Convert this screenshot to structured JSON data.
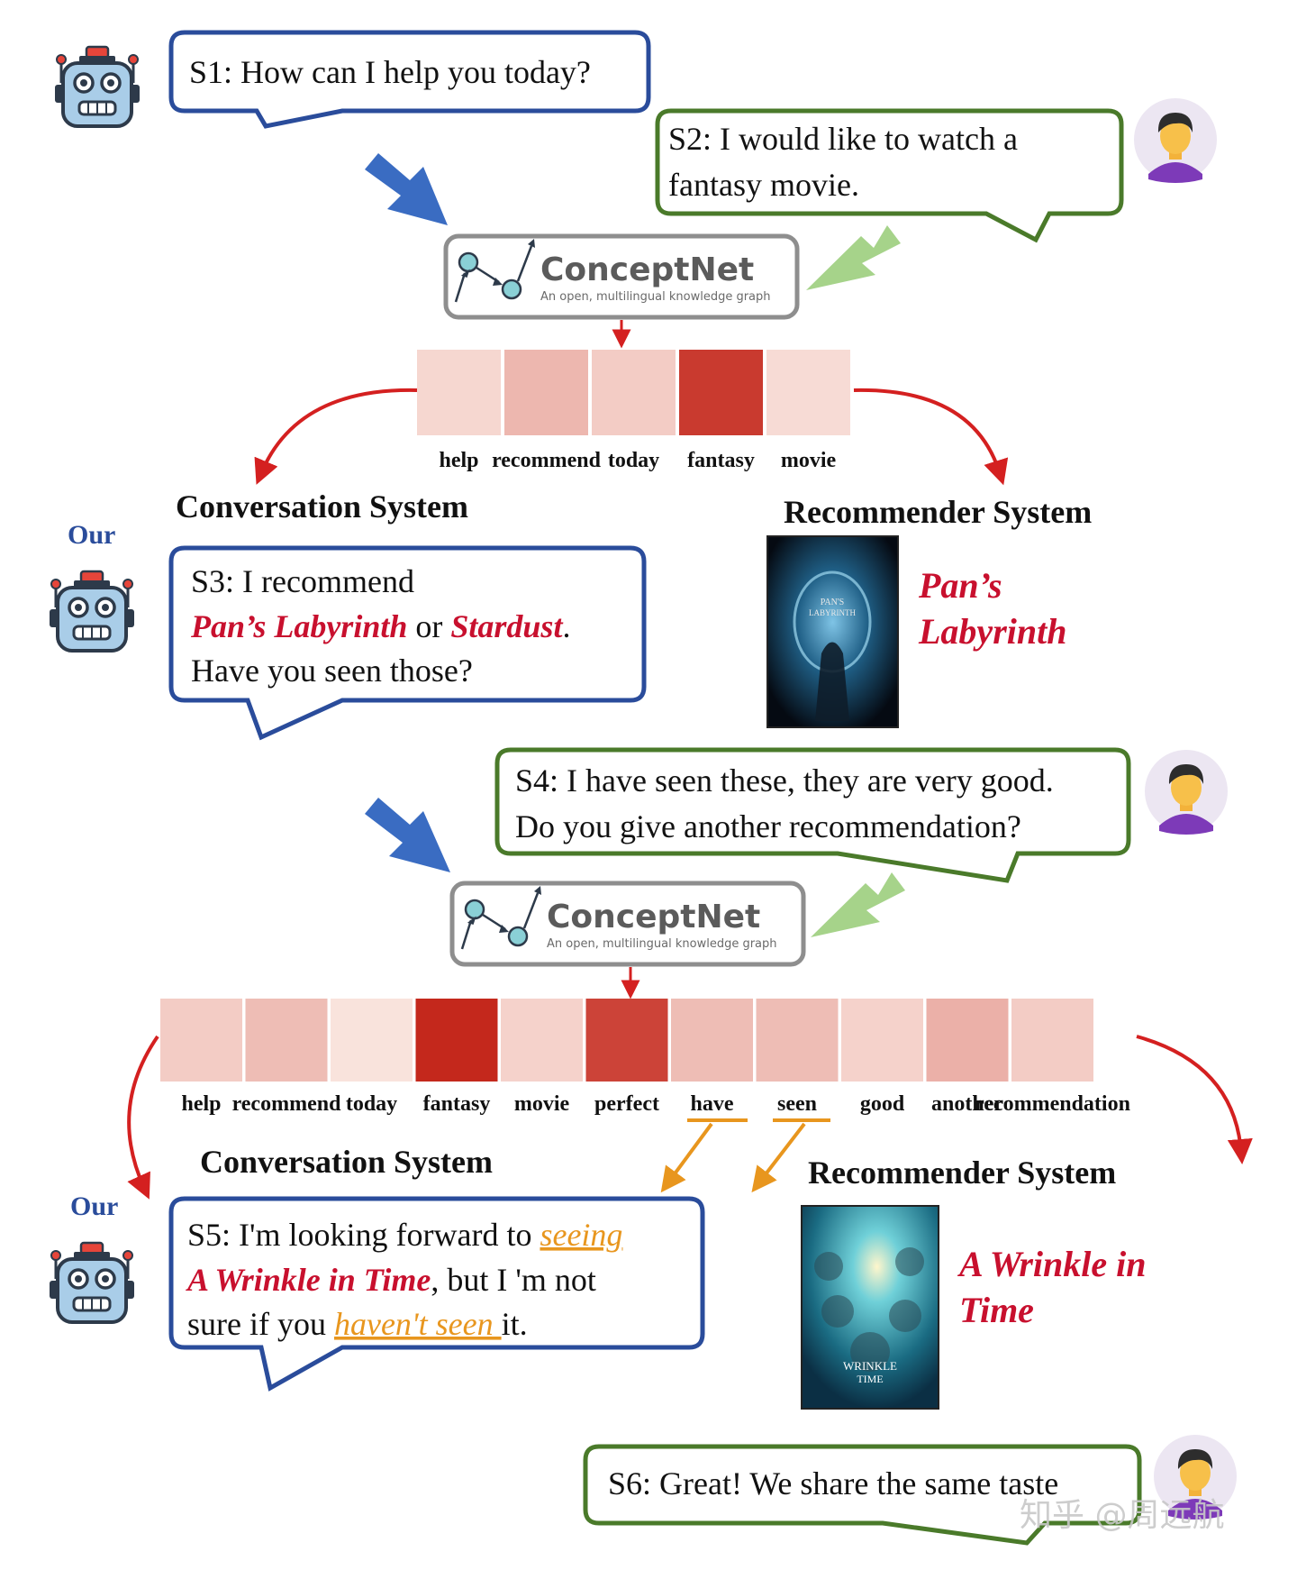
{
  "colors": {
    "bot_blue": "#2a4c9b",
    "user_green": "#4a7a2a",
    "arrow_blue": "#3a6cc2",
    "arrow_green": "#a6d38a",
    "red_text": "#c8102e",
    "orange": "#e8961e",
    "arrow_red": "#d42020"
  },
  "turns": {
    "s1": "S1: How can I help you today?",
    "s2": [
      "S2: I would like to watch a",
      "fantasy movie."
    ],
    "s3": {
      "line1": "S3: I recommend",
      "movie1": "Pan’s Labyrinth",
      "or": " or ",
      "movie2": "Stardust",
      "dot": ".",
      "line3": "Have you seen those?"
    },
    "s4": [
      "S4: I have seen these, they are very good.",
      "Do you give another recommendation?"
    ],
    "s5": {
      "pre": "S5: I'm looking forward to ",
      "seeing": "seeing",
      "movie": "A Wrinkle in Time",
      "mid": ", but I 'm not",
      "sure": "sure if you ",
      "havent": "haven't seen ",
      "end": "it."
    },
    "s6": "S6: Great! We share the same taste"
  },
  "conceptnet": {
    "title": "ConceptNet",
    "subtitle": "An open, multilingual knowledge graph"
  },
  "attention1": {
    "labels": [
      "help",
      "recommend",
      "today",
      "fantasy",
      "movie"
    ],
    "weights": [
      0.1,
      0.25,
      0.15,
      0.9,
      0.08
    ]
  },
  "attention2": {
    "labels": [
      "help",
      "recommend",
      "today",
      "fantasy",
      "movie",
      "perfect",
      "have",
      "seen",
      "good",
      "another",
      "recommendation"
    ],
    "weights": [
      0.15,
      0.22,
      0.05,
      1.0,
      0.12,
      0.85,
      0.22,
      0.22,
      0.12,
      0.28,
      0.15
    ]
  },
  "sections": {
    "conv1": "Conversation System",
    "rec1": "Recommender System",
    "conv2": "Conversation System",
    "rec2": "Recommender System",
    "our1": "Our",
    "our2": "Our"
  },
  "recs": {
    "rec1": [
      "Pan’s",
      "Labyrinth"
    ],
    "rec2": [
      "A Wrinkle in",
      "Time"
    ],
    "poster1_text": [
      "PAN'S",
      "LABYRINTH"
    ],
    "poster2_text": [
      "WRINKLE",
      "TIME"
    ]
  },
  "icons": {
    "bot": "robot-icon",
    "user": "user-avatar-icon",
    "graph": "graph-logo-icon",
    "poster": "movie-poster-image"
  },
  "watermark": "知乎 @周远航"
}
